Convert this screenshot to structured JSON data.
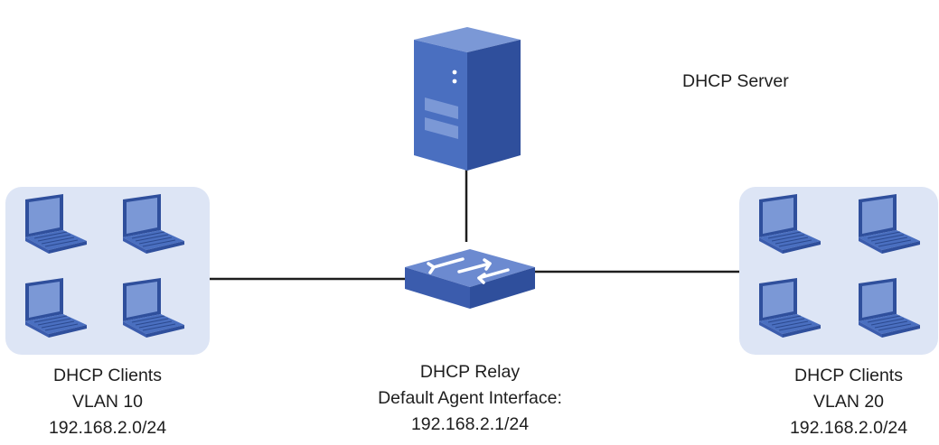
{
  "server": {
    "label": "DHCP Server",
    "icon": "server-icon"
  },
  "relay": {
    "icon": "switch-icon",
    "lines": [
      "DHCP Relay",
      "Default Agent Interface:",
      "192.168.2.1/24"
    ]
  },
  "clients_left": {
    "icon": "laptop-icon",
    "count": 4,
    "lines": [
      "DHCP Clients",
      "VLAN 10",
      "192.168.2.0/24"
    ]
  },
  "clients_right": {
    "icon": "laptop-icon",
    "count": 4,
    "lines": [
      "DHCP Clients",
      "VLAN 20",
      "192.168.2.0/24"
    ]
  },
  "colors": {
    "device_main": "#4a6fc0",
    "device_light": "#7b98d6",
    "device_dark": "#2f4f9c",
    "group_bg": "#dde5f5",
    "link": "#1e1e1e"
  }
}
